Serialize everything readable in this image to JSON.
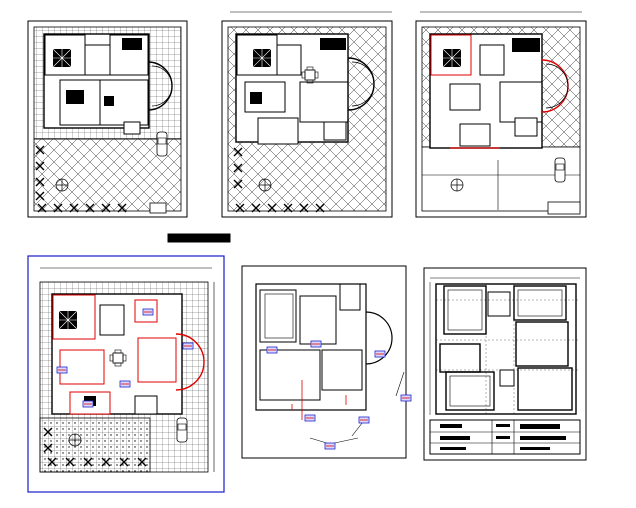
{
  "drawing": {
    "sheets": [
      {
        "id": "ground-floor-layout",
        "red_markup": false,
        "border": "black"
      },
      {
        "id": "first-floor-layout",
        "red_markup": false,
        "border": "black"
      },
      {
        "id": "terrace-floor-layout",
        "red_markup": true,
        "border": "black"
      },
      {
        "id": "electrical-layout",
        "red_markup": true,
        "border": "blue"
      },
      {
        "id": "plumbing-layout",
        "red_markup": false,
        "border": "black"
      },
      {
        "id": "structural-layout",
        "red_markup": false,
        "border": "black"
      }
    ],
    "colors": {
      "line": "#000000",
      "markup": "#e00000",
      "symbol": "#2222cc",
      "border_highlight": "#1a1acc"
    },
    "icons": [
      "car-icon",
      "tree-icon",
      "bed-icon",
      "dining-table-icon",
      "switchboard-icon"
    ]
  }
}
